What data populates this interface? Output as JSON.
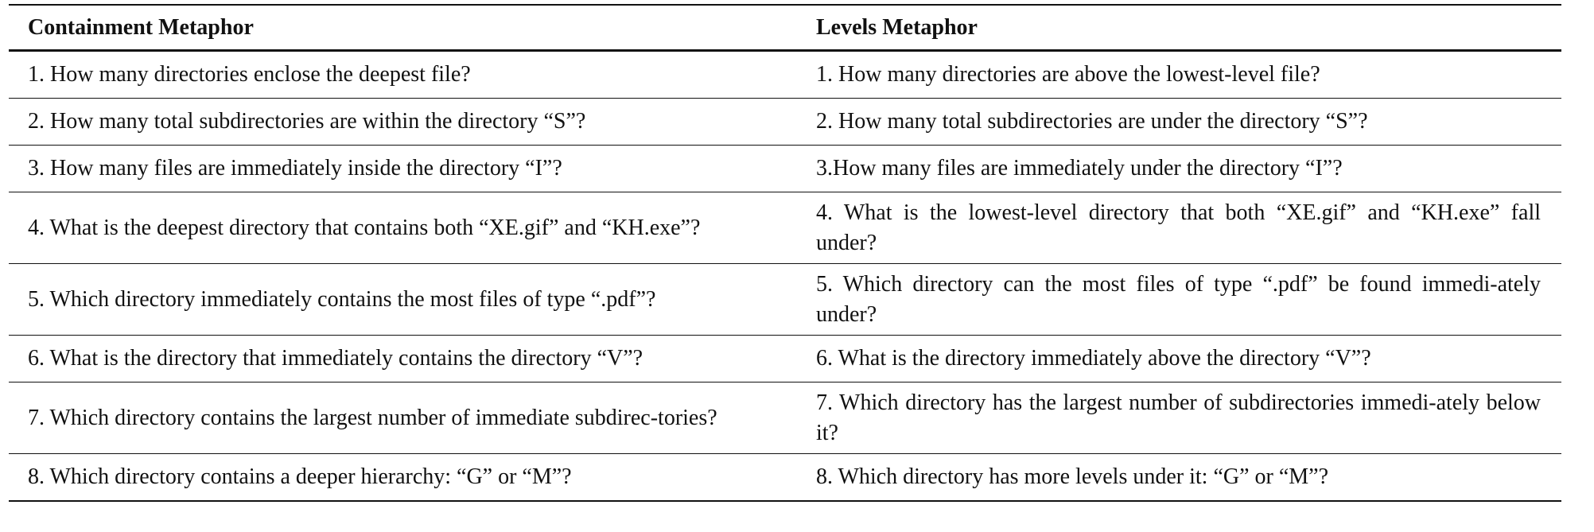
{
  "table": {
    "headers": [
      "Containment Metaphor",
      "Levels Metaphor"
    ],
    "rows": [
      {
        "containment": "1. How many directories enclose the deepest file?",
        "levels": "1. How many directories are above the lowest-level file?"
      },
      {
        "containment": "2. How many total subdirectories are within the directory “S”?",
        "levels": "2. How many total subdirectories are under the directory “S”?"
      },
      {
        "containment": "3. How many files are immediately inside the directory “I”?",
        "levels": "3.How many files are immediately under the directory “I”?"
      },
      {
        "containment": "4. What is the deepest directory that contains both “XE.gif” and “KH.exe”?",
        "levels": "4. What is the lowest-level directory that both “XE.gif” and “KH.exe” fall under?"
      },
      {
        "containment": "5. Which directory immediately contains the most files of type “.pdf”?",
        "levels": "5. Which directory can the most files of type “.pdf” be found immedi-ately under?"
      },
      {
        "containment": "6. What is the directory that immediately contains the directory “V”?",
        "levels": "6. What is the directory immediately above the directory “V”?"
      },
      {
        "containment": "7. Which directory contains the largest number of immediate subdirec-tories?",
        "levels": "7. Which directory has the largest number of subdirectories immedi-ately below it?"
      },
      {
        "containment": "8. Which directory contains a deeper hierarchy: “G” or “M”?",
        "levels": "8. Which directory has more levels under it: “G” or “M”?"
      }
    ]
  }
}
